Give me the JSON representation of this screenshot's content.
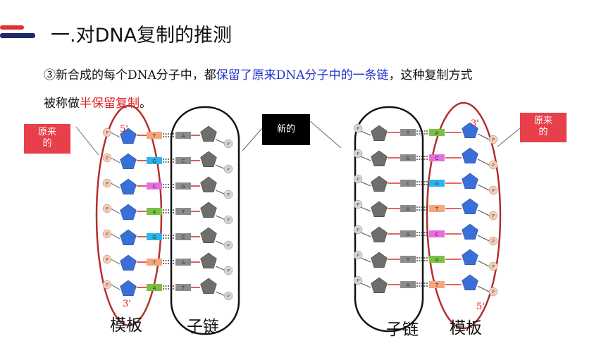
{
  "slide": {
    "title": "一.对DNA复制的推测",
    "paragraph": {
      "line1_prefix": "③新合成的每个DNA分子中，都",
      "line1_highlight": "保留了原来DNA分子中的一条链",
      "line1_suffix": "，这种复制方式",
      "line2_prefix": "被称做",
      "line2_highlight": "半保留复制",
      "line2_suffix": "。"
    },
    "colors": {
      "title_bar_red": "#e03030",
      "title_bar_navy": "#1f2a66",
      "highlight_blue": "#2233cc",
      "highlight_red": "#e02020",
      "ellipse_red": "#b03030"
    }
  },
  "figure": {
    "left": {
      "callout_original": "原来的",
      "prime_top": "5'",
      "prime_bottom": "3'",
      "template_label": "模板",
      "daughter_label": "子链",
      "base_pairs": [
        {
          "template": "T",
          "new": "A"
        },
        {
          "template": "G",
          "new": "C"
        },
        {
          "template": "C",
          "new": "G"
        },
        {
          "template": "A",
          "new": "T"
        },
        {
          "template": "G",
          "new": "C"
        },
        {
          "template": "T",
          "new": "A"
        },
        {
          "template": "A",
          "new": "T"
        }
      ]
    },
    "center_callout": "新的",
    "right": {
      "callout_original": "原来的",
      "prime_top": "3'",
      "prime_bottom": "5'",
      "daughter_label": "子链",
      "template_label": "模板",
      "base_pairs": [
        {
          "new": "T",
          "template": "A"
        },
        {
          "new": "G",
          "template": "C"
        },
        {
          "new": "C",
          "template": "G"
        },
        {
          "new": "A",
          "template": "T"
        },
        {
          "new": "G",
          "template": "C"
        },
        {
          "new": "T",
          "template": "A"
        },
        {
          "new": "A",
          "template": "T"
        }
      ]
    }
  }
}
